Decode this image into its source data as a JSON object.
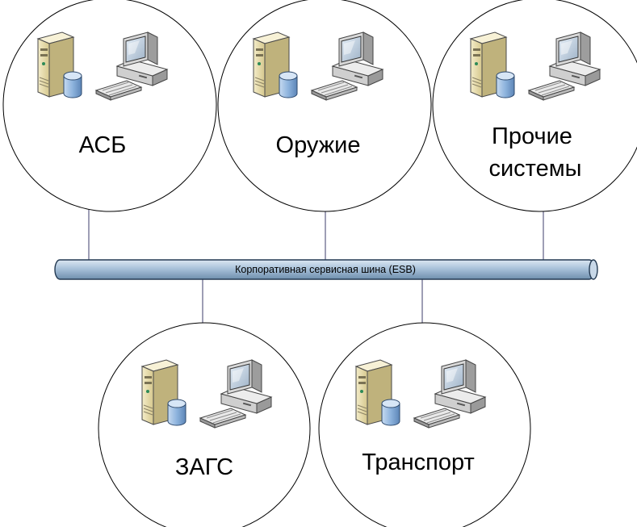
{
  "bus": {
    "label": "Корпоративная сервисная шина (ESB)"
  },
  "nodes": [
    {
      "id": "asb",
      "label_lines": [
        "АСБ"
      ]
    },
    {
      "id": "oruzhie",
      "label_lines": [
        "Оружие"
      ]
    },
    {
      "id": "prochie",
      "label_lines": [
        "Прочие",
        "системы"
      ]
    },
    {
      "id": "zags",
      "label_lines": [
        "ЗАГС"
      ]
    },
    {
      "id": "transport",
      "label_lines": [
        "Транспорт"
      ]
    }
  ],
  "icons": {
    "server": "server-icon",
    "database": "database-icon",
    "workstation": "workstation-icon",
    "keyboard": "keyboard-icon"
  },
  "colors": {
    "bus_fill": "#a9c2da",
    "bus_stroke": "#243a52",
    "circle_stroke": "#000000",
    "connector": "#3d3d6b",
    "server_body": "#e6dcae",
    "database": "#7fa7d3"
  }
}
